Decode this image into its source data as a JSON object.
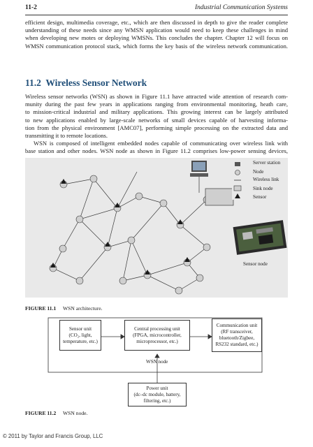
{
  "header": {
    "page_number": "11-2",
    "running_title": "Industrial Communication Systems"
  },
  "intro_paragraph": [
    "efficient design, multimedia coverage, etc., which are then discussed in depth to give the reader complete",
    "understanding of these needs since any WMSN application would need to keep these challenges in mind",
    "when developing new motes or deploying WMSNs. This concludes the chapter. Chapter 12 will focus on",
    "WMSN communication protocol stack, which forms the key basis of the wireless network communication."
  ],
  "section": {
    "number": "11.2",
    "title": "Wireless Sensor Network"
  },
  "section_paragraph_1": [
    "Wireless sensor networks (WSN) as shown in Figure 11.1 have attracted wide attention of research com-",
    "munity during the past few years in applications ranging from environmental monitoring, heath care,",
    "to mission-critical industrial and military applications. This growing interest can be largely attributed",
    "to new applications enabled by large-scale networks of small devices capable of harvesting informa-",
    "tion from the physical environment [AMC07], performing simple processing on the extracted data and",
    "transmitting it to remote locations."
  ],
  "section_paragraph_2": [
    "WSN is composed of intelligent embedded nodes capable of communicating over wireless link with",
    "base station and other nodes. WSN node as shown in Figure 11.2 comprises low-power sensing devices,"
  ],
  "figure1": {
    "legend": [
      "Server station",
      "Node",
      "Wireless link",
      "Sink node",
      "Sensor"
    ],
    "photo_label": "Sensor node",
    "caption_label": "FIGURE 11.1",
    "caption_text": "WSN architecture."
  },
  "figure2": {
    "sensor_unit": [
      "Sensor unit",
      "(CO₂, light,",
      "temperature, etc.)"
    ],
    "cpu_unit": [
      "Central processing unit",
      "(FPGA, microcontroller,",
      "microprocessor, etc.)"
    ],
    "comm_unit": [
      "Communication unit",
      "(RF transceiver,",
      "bluetooth/Zigbee,",
      "RS232 standard, etc.)"
    ],
    "node_label": "WSN node",
    "power_unit": [
      "Power unit",
      "(dc–dc module, battery,",
      "filtering, etc.)"
    ],
    "caption_label": "FIGURE 11.2",
    "caption_text": "WSN node."
  },
  "footer": "© 2011 by Taylor and Francis Group, LLC"
}
